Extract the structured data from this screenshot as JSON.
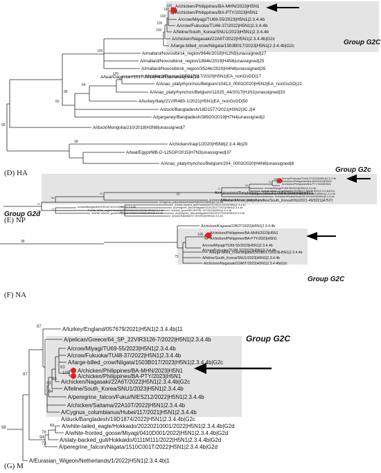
{
  "panels": {
    "ha": {
      "label": "(D) HA",
      "group_label": "Group G2C",
      "tips": [
        "A/chicken/Philippines/BA-MHN/2023|H5N1",
        "A/chicken/Philippines/BA-PTY/2023|H5N1",
        "A/crow/Miyagi/TU69-55/2023|H5N1|2.3.4.4b",
        "A/crow/Fukuoka/TU48-37/2022|H5N1|2.3.4.4b",
        "A/feline/South_Korea/SNU1/2023|H5N1|2.3.4.4b",
        "A/chicken/Nagasaki/22A6T/2022|H5N1|2.3.4.4b|G2c",
        "A/large-billed_crow/Niigata/1503B017/2023|H5N1|2.3.4.4b|G2c",
        "A/mallard/Novosibirsk_region/964k/2018|H12N5|unassigned|27",
        "A/mallard/Novosibirsk_region/1894k/2019|H4N6|unassigned|25",
        "A/mallard/Novosibirsk_region/3524k/2020|H4N6|unassigned|35",
        "A/teal/Dagestan/1017/2018|H12N5|unassigned|13",
        "A/mallard/France/20P017917/2020|H5N1|EA_nonGsGD|17",
        "A/Anas_platyrhynchos/Belgium/10413_0003/2020|H5N2|EA_nonGsGD|22",
        "A/Anas_platyrhynchos/Belgium/11025_44/2017|H1N1|unassigned|33",
        "A/turkey/Italy/21VIR480-1/2021|H5N1|EA_nonGsGD|50",
        "A/duck/Bangladesh/18D1577/2021|H3N2|3C.2|4",
        "A/garganey/Bangladesh/38920/2019|H7N4|unassigned|2",
        "A/duck/Mongolia/210/2018|H3N8|unassigned|7",
        "A/chicken/Iraq/1/2020|H5N8|2.3.4.4b|20",
        "A/teal/Egypt/MB-D-125OP/2015|H7N3|unassigned|37",
        "A/Anas_platyrhynchos/Belgium/204_0003/2020|H4N6|unassigned|8"
      ],
      "bootstraps": [
        "100",
        "100",
        "100",
        "100",
        "100",
        "100",
        "100",
        "84",
        "98",
        "98",
        "83",
        "68"
      ]
    },
    "np": {
      "label": "(E) NP",
      "group_label_top": "Group G2c",
      "group_label_bottom": "Group G2d",
      "tips": [
        "A/crow/Fukuoka/TU48-37/2022|H5N1|2.3.4.4b",
        "A/chicken/Philippines/BA-MHN/2023|H5N1",
        "A/chicken/Philippines/BA-PTY/2023|H5N1",
        "A/crow/Miyagi/TU69-55/2023|H5N1|2.3.4.4b",
        "A/large-billed_crow/Niigata/1503B017/2023|H5N1|2.3.4.4b|G2c",
        "A/peregrine_falcon/Fukui/NIES212/2022|H5N1|2.3.4.4b",
        "A/feline/South_Korea/SNU1/2023|H5N1|2.3.4.4b",
        "A/chicken/Khabarovsk/20-10V/2022|H5N1|2.3.4.4b",
        "A/chicken/Saitama/22A10T/2022|H5N1|2.3.4.4b",
        "A/Cygnus_columbianus/Hubei/1|6/2022|H5N1|2.3.4.4b",
        "A/duck/Bangladesh/19D1874/2022|H5N1|2.3.4.4b",
        "A/white-tailed_eagle/Hokkaido/20220210001/2022|H5N1|2.3.4.4b",
        "A/white-fronted_goose/Miyagi/0410D001/2022|H5N1|2.3.4.4b",
        "A/slaty-backed_gull/Hokkaido/0111M111/2022|H5N1|2.3.4.4b",
        "A/peregrine_falcon/Niigata/1510C001T/2022|H5N1|2.3.4.4b",
        "A/snow_goose/BC/AVPHL-307/2022|H5N1|2.3.4.4b",
        "A/peregrine_falcon/Niigata/1510C001T/2022|H5N1|2.3.4.4b",
        "A/duck/Sakhalin/S7-6V/2022|H5N1|2.3.4.4b"
      ],
      "bootstraps": [
        "78",
        "91",
        "63",
        "71",
        "92",
        "68",
        "94",
        "74",
        "90",
        "66",
        "83"
      ]
    },
    "na": {
      "label": "(F) NA",
      "group_label": "Group G2C",
      "tips": [
        "A/environment/Bangladesh/17E82/2021|H6N1|unassigned|61",
        "A/Mallard/Anas_platyrhynchos/South_Korea/KNU2021-49/2021|H7N7|",
        "A/chicken/Kagawa/22B2T/2022|H5N1|2.3.4.4b",
        "A/chicken/Philippines/BA-MHN/2023|H5N1",
        "A/chicken/Philippines/BA-PTY/2023|H5N1",
        "A/crow/Miyagi/TU69-55/2023|H5N1|2.3.4.4b",
        "A/crow/Fukuoka/TU48-37/2022|H5N1|2.3.4.4b",
        "A/large-billed_crow/Niigata/1503B017/2023|H5N1|2.3.4.4b",
        "A/feline/South_Korea/SNU1/2023|H5N1|2.3.4.4b",
        "A/chicken/Nagasaki/22A6T/2022|H5N1|2.3.4.4b|G2c"
      ],
      "bootstraps": [
        "87",
        "98",
        "75",
        "100"
      ]
    },
    "m": {
      "label": "(G) M",
      "group_label": "Group G2C",
      "tips": [
        "A/turkey/England/057679/2021|H5N1|2.3.4.4b|11",
        "A/pelican/Greece/64_SP_22VIR3126-7/2022|H5N1|2.3.4.4b",
        "A/crow/Miyagi/TU69-55/2023|H5N1|2.3.4.4b",
        "A/crow/Fukuoka/TU48-37/2022|H5N1|2.3.4.4b",
        "A/large-billed_crow/Niigata/1503B017/2023|H5N1|2.3.4.4b|G2c",
        "A/chicken/Philippines/BA-MHN/2023|H5N1",
        "A/chicken/Philippines/BA-PTY/2023|H5N1",
        "A/chicken/Nagasaki/22A6T/2022|H5N1|2.3.4.4b|G2c",
        "A/feline/South_Korea/SNU1/2023|H5N1|2.3.4.4b",
        "A/peregrine_falcon/Fukui/NIES212/2022|H5N1|2.3.4.4b",
        "A/chicken/Saitama/22A10T/2022|H5N1|2.3.4.4b",
        "A/Cygnus_columbianus/Hubei/117/2021|H5N1|2.3.4.4b",
        "A/duck/Bangladesh/19D1874/2022|H5N1|2.3.4.4b|G2c",
        "A/white-tailed_eagle/Hokkaido/20220210001/2022|H5N1|2.3.4.4b|G2d",
        "A/white-fronted_goose/Miyagi/0410D001/2022|H5N1|2.3.4.4b|G2d",
        "A/slaty-backed_gull/Hokkaido/0111M111/2022|H5N1|2.3.4.4b|G2d",
        "A/peregrine_falcon/Niigata/1510C001T/2022|H5N1|2.3.4.4b|G2d",
        "A/Eurasian_Wigeon/Netherlands/1/2022|H5N1|2.3.4.4b|1"
      ],
      "bootstraps": [
        "87",
        "87",
        "100",
        "63",
        "90",
        "64",
        "83",
        "66",
        "78",
        "94",
        "73",
        "98"
      ]
    }
  },
  "colors": {
    "highlight_box": "#e4e4e4",
    "marker": "#e02020",
    "arrow": "#000000",
    "branch": "#222222"
  }
}
